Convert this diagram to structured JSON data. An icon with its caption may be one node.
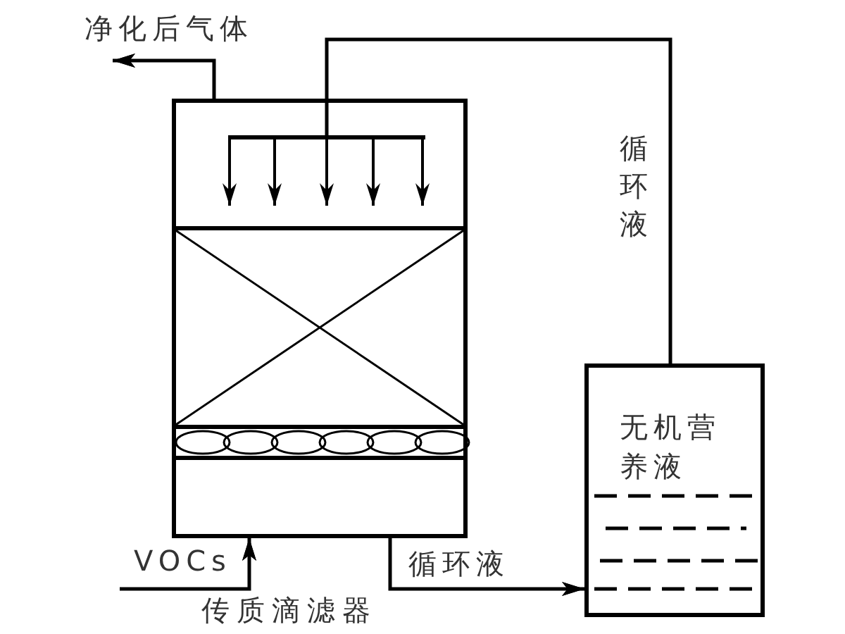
{
  "diagram": {
    "nodes": [
      {
        "text": [
          "传质滴滤器"
        ]
      },
      {
        "text": [
          "无机营养液"
        ]
      },
      {
        "text": [],
        "shape": "bar",
        "in": 0
      }
    ],
    "edges": [
      {
        "from": 0,
        "to": null,
        "arrow": "to",
        "label": "净化后气体"
      },
      {
        "from": null,
        "to": 0,
        "arrow": "to",
        "label": "VOCs"
      },
      {
        "from": 0,
        "to": 1,
        "arrow": "to",
        "label": "循环液"
      },
      {
        "from": 1,
        "to": 2,
        "arrow": "none",
        "label": "循环液"
      }
    ]
  }
}
